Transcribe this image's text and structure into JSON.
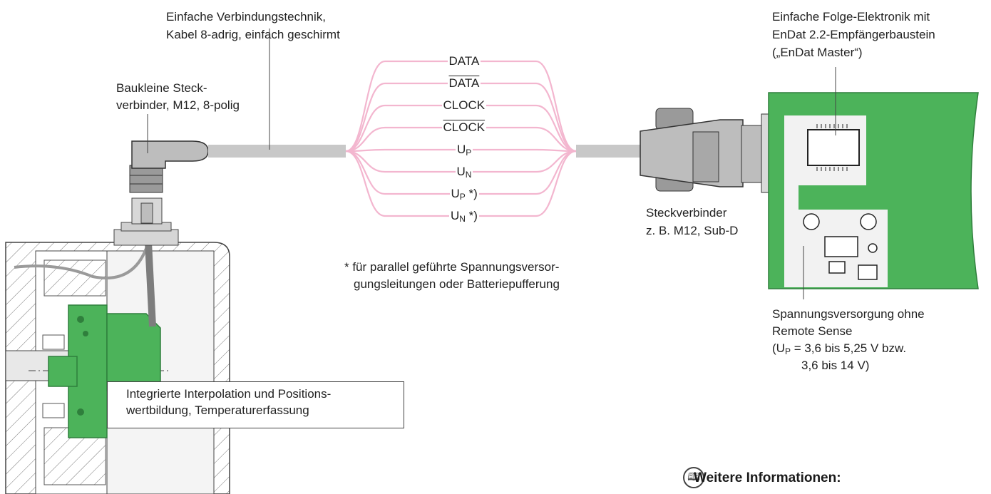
{
  "labels": {
    "cable_line1": "Einfache Verbindungstechnik,",
    "cable_line2": "Kabel 8-adrig, einfach geschirmt",
    "connector_line1": "Baukleine Steck-",
    "connector_line2": "verbinder, M12, 8-polig",
    "electronics_line1": "Einfache Folge-Elektronik mit",
    "electronics_line2": "EnDat 2.2-Empfängerbaustein",
    "electronics_line3": "(„EnDat Master“)",
    "plug_line1": "Steckverbinder",
    "plug_line2": "z. B. M12, Sub-D",
    "footnote_line1": "* für parallel geführte Spannungsversor-",
    "footnote_line2": "gungsleitungen oder Batteriepufferung",
    "supply_line1": "Spannungsversorgung ohne",
    "supply_line2": "Remote Sense",
    "supply_line3_pre": "(U",
    "supply_line3_sub": "P",
    "supply_line3_post": " = 3,6 bis 5,25 V bzw.",
    "supply_line4": "3,6 bis 14 V)",
    "interp_line1": "Integrierte Interpolation und Positions-",
    "interp_line2": "wertbildung, Temperaturerfassung",
    "more_info": "Weitere Informationen:"
  },
  "signals": [
    {
      "main": "DATA",
      "sub": "",
      "suffix": "",
      "overline": false
    },
    {
      "main": "DATA",
      "sub": "",
      "suffix": "",
      "overline": true
    },
    {
      "main": "CLOCK",
      "sub": "",
      "suffix": "",
      "overline": false
    },
    {
      "main": "CLOCK",
      "sub": "",
      "suffix": "",
      "overline": true
    },
    {
      "main": "U",
      "sub": "P",
      "suffix": "",
      "overline": false
    },
    {
      "main": "U",
      "sub": "N",
      "suffix": "",
      "overline": false
    },
    {
      "main": "U",
      "sub": "P",
      "suffix": " *)",
      "overline": false
    },
    {
      "main": "U",
      "sub": "N",
      "suffix": " *)",
      "overline": false
    }
  ],
  "colors": {
    "wire": "#f3b6cf",
    "green": "#4cb35a",
    "green_dark": "#2f7f3c",
    "cable": "#c8c8c8",
    "connector_gray": "#bdbdbd",
    "chip_panel": "#f2f2f2"
  }
}
